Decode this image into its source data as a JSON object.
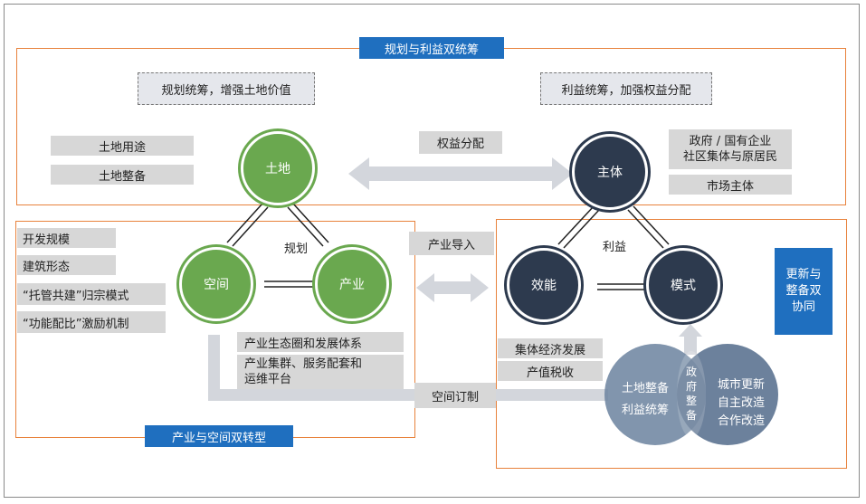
{
  "banners": {
    "top": "规划与利益双统筹",
    "bottom": "产业与空间双转型"
  },
  "dashed": {
    "left": "规划统筹，增强土地价值",
    "right": "利益统筹，加强权益分配"
  },
  "left_tags": {
    "land_use": "土地用途",
    "land_prep": "土地整备",
    "dev_scale": "开发规模",
    "building_form": "建筑形态",
    "mode1": "“托管共建”归宗模式",
    "mode2": "“功能配比”激励机制"
  },
  "circles": {
    "land": "土地",
    "space": "空间",
    "industry": "产业",
    "subject": "主体",
    "efficiency": "效能",
    "mode": "模式"
  },
  "triangle_labels": {
    "planning": "规划",
    "benefit": "利益"
  },
  "center": {
    "rights": "权益分配",
    "industry_import": "产业导入",
    "space_custom": "空间订制"
  },
  "right_tags": {
    "gov_line1": "政府 / 国有企业",
    "gov_line2": "社区集体与原居民",
    "market": "市场主体",
    "collective": "集体经济发展",
    "tax": "产值税收"
  },
  "industry_box": {
    "line1": "产业生态圈和发展体系",
    "line2": "产业集群、服务配套和",
    "line3": "运维平台"
  },
  "venn": {
    "left_line1": "土地整备",
    "left_line2": "利益统筹",
    "mid_line1": "政",
    "mid_line2": "府",
    "mid_line3": "整",
    "mid_line4": "备",
    "right_line1": "城市更新",
    "right_line2": "自主改造",
    "right_line3": "合作改造"
  },
  "side_box": {
    "line1": "更新与",
    "line2": "整备双",
    "line3": "协同"
  },
  "colors": {
    "green": "#6aa84f",
    "navy": "#2d3a4e",
    "orange": "#e8823c",
    "blue": "#1f6fbf",
    "grey": "#d7d7d7"
  }
}
